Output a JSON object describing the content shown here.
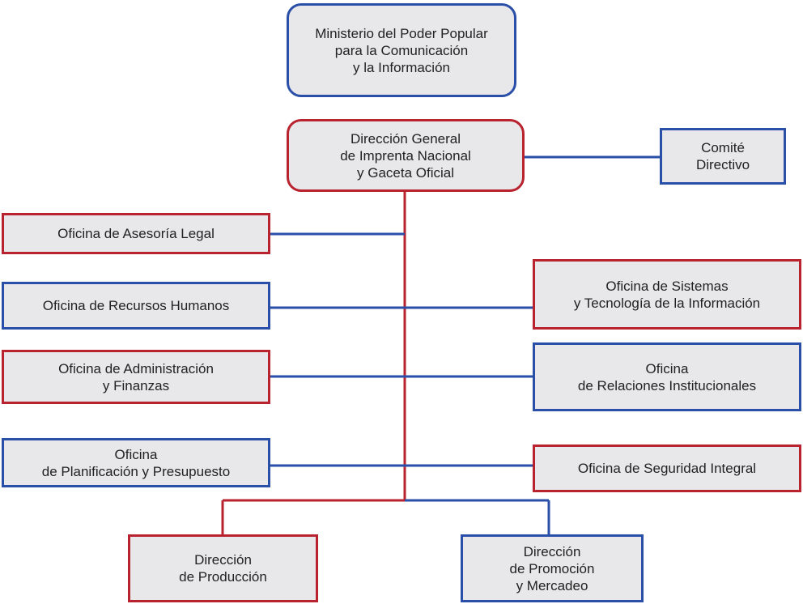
{
  "colors": {
    "blue": "#2a4fa8",
    "red": "#b8232f",
    "box_fill": "#e8e8ea"
  },
  "nodes": {
    "ministerio": "Ministerio del Poder Popular\npara la Comunicación\ny la Información",
    "direccion_general": "Dirección General\nde Imprenta Nacional\ny Gaceta Oficial",
    "comite": "Comité\nDirectivo",
    "asesoria_legal": "Oficina de Asesoría Legal",
    "recursos_humanos": "Oficina de Recursos Humanos",
    "administracion": "Oficina de Administración\ny Finanzas",
    "planificacion": "Oficina\nde Planificación y Presupuesto",
    "sistemas": "Oficina de Sistemas\ny Tecnología de la Información",
    "relaciones": "Oficina\nde Relaciones Institucionales",
    "seguridad": "Oficina de Seguridad Integral",
    "produccion": "Dirección\nde Producción",
    "promocion": "Dirección\nde Promoción\ny Mercadeo"
  }
}
